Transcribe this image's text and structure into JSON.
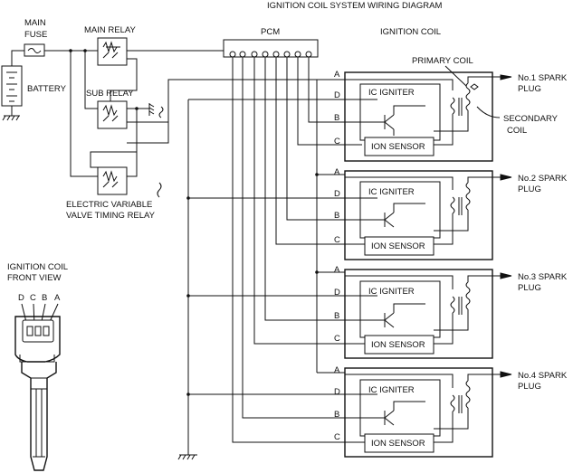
{
  "title": "IGNITION COIL SYSTEM WIRING DIAGRAM",
  "labels": {
    "main_fuse_1": "MAIN",
    "main_fuse_2": "FUSE",
    "main_relay": "MAIN RELAY",
    "battery": "BATTERY",
    "sub_relay": "SUB RELAY",
    "evvt_relay_1": "ELECTRIC VARIABLE",
    "evvt_relay_2": "VALVE TIMING RELAY",
    "pcm": "PCM",
    "ignition_coil": "IGNITION COIL",
    "primary_coil": "PRIMARY COIL",
    "secondary_coil_1": "SECONDARY",
    "secondary_coil_2": "COIL",
    "front_view_1": "IGNITION COIL",
    "front_view_2": "FRONT VIEW",
    "pins": [
      "D",
      "C",
      "B",
      "A"
    ]
  },
  "coil_units": [
    {
      "plug_1": "No.1 SPARK",
      "plug_2": "PLUG",
      "igniter": "IC IGNITER",
      "sensor": "ION SENSOR",
      "terminals": [
        "A",
        "D",
        "B",
        "C"
      ]
    },
    {
      "plug_1": "No.2 SPARK",
      "plug_2": "PLUG",
      "igniter": "IC IGNITER",
      "sensor": "ION SENSOR",
      "terminals": [
        "A",
        "D",
        "B",
        "C"
      ]
    },
    {
      "plug_1": "No.3 SPARK",
      "plug_2": "PLUG",
      "igniter": "IC IGNITER",
      "sensor": "ION SENSOR",
      "terminals": [
        "A",
        "D",
        "B",
        "C"
      ]
    },
    {
      "plug_1": "No.4 SPARK",
      "plug_2": "PLUG",
      "igniter": "IC IGNITER",
      "sensor": "ION SENSOR",
      "terminals": [
        "A",
        "D",
        "B",
        "C"
      ]
    }
  ]
}
